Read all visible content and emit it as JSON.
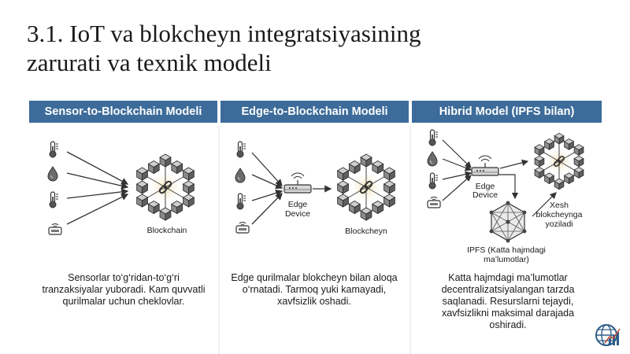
{
  "slide": {
    "title_line1": "3.1. IoT va blokcheyn integratsiyasining",
    "title_line2": "zarurati va texnik modeli"
  },
  "panels": [
    {
      "header": "Sensor-to-Blockchain Modeli",
      "labels": {
        "chain": "Blockchain"
      },
      "description": "Sensorlar to‘g‘ridan-to‘g‘ri tranzaksiyalar yuboradi. Kam quvvatli qurilmalar uchun cheklovlar."
    },
    {
      "header": "Edge-to-Blockchain Modeli",
      "labels": {
        "edge_line1": "Edge",
        "edge_line2": "Device",
        "chain": "Blockcheyn"
      },
      "description": "Edge qurilmalar blokcheyn bilan aloqa o‘rnatadi. Tarmoq yuki kamayadi, xavfsizlik oshadi."
    },
    {
      "header": "Hibrid Model (IPFS bilan)",
      "labels": {
        "edge_line1": "Edge",
        "edge_line2": "Device",
        "hash_line1": "Xesh",
        "hash_line2": "blokcheynga",
        "hash_line3": "yoziladi",
        "ipfs_line1": "IPFS (Katta hajmdagi",
        "ipfs_line2": "ma’lumotlar)"
      },
      "description": "Katta hajmdagi ma’lumotlar decentralizatsiyalangan tarzda saqlanadi. Resurslarni tejaydi, xavfsizlikni maksimal darajada oshiradi."
    }
  ],
  "icons": [
    "thermometer-icon",
    "water-drop-icon",
    "router-icon",
    "blockchain-network-icon",
    "ipfs-network-icon",
    "globe-chart-logo-icon"
  ],
  "colors": {
    "header_bg": "#3d6c9a",
    "cube_top": "#cfcfcf",
    "cube_left": "#8a8a8a",
    "cube_right": "#5e5e5e",
    "link_glow": "#f0d9a4"
  }
}
